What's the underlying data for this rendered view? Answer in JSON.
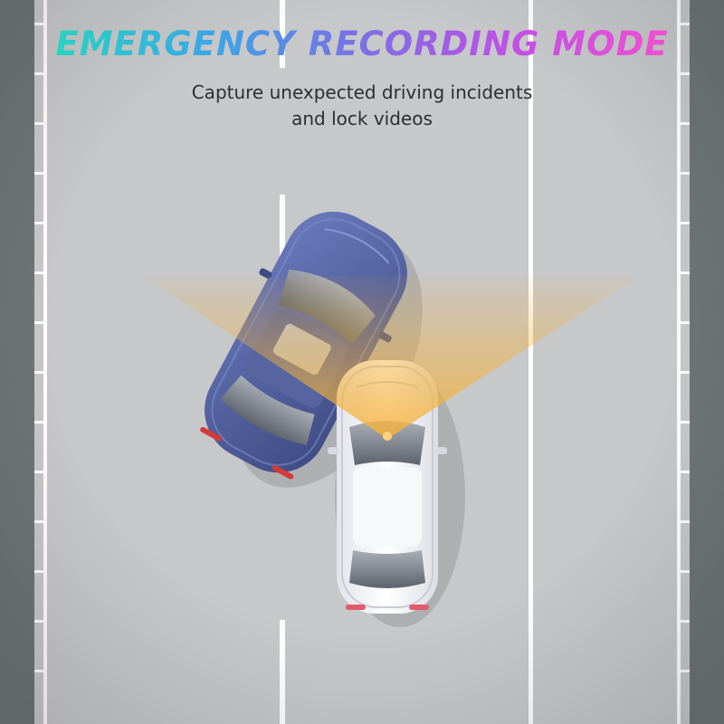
{
  "header": {
    "title": "EMERGENCY RECORDING MODE",
    "subtitle_line1": "Capture unexpected driving incidents",
    "subtitle_line2": "and lock videos"
  },
  "colors": {
    "road": "#c7c8ca",
    "shoulder": "#6e7577",
    "lane_marking": "#ffffff",
    "title_gradient": [
      "#27d3c2",
      "#3aa7e6",
      "#7b6fe3",
      "#c24fe6",
      "#f04fd0"
    ],
    "subtitle_text": "#2e2e30",
    "blue_car": "#4f5f9e",
    "white_car": "#f2f3f6",
    "camera_beam": "#f4b13a"
  },
  "scene": {
    "vehicles": [
      "blue-sedan",
      "white-sedan"
    ]
  }
}
